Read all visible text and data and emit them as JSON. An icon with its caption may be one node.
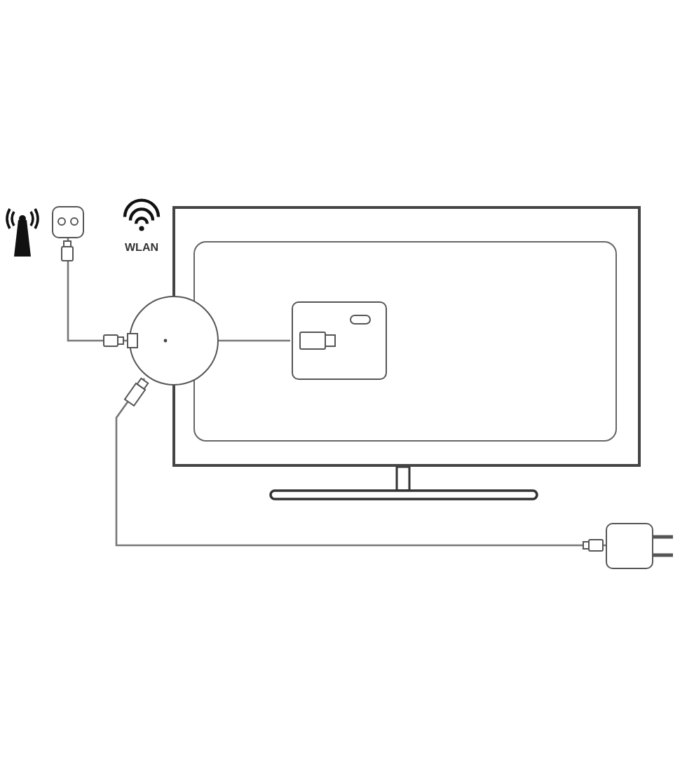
{
  "diagram": {
    "nodes": [
      {
        "text": [],
        "shape": "box"
      },
      {
        "text": [],
        "shape": "box"
      },
      {
        "text": [],
        "shape": "circle"
      },
      {
        "text": [],
        "shape": "box",
        "in": 0
      },
      {
        "text": [],
        "shape": "box"
      }
    ],
    "edges": [
      {
        "from": 1,
        "to": 2,
        "arrow": "none"
      },
      {
        "from": 2,
        "to": 3,
        "arrow": "none"
      },
      {
        "from": 2,
        "to": 4,
        "arrow": "none"
      }
    ],
    "labels": [
      "WLAN"
    ]
  }
}
